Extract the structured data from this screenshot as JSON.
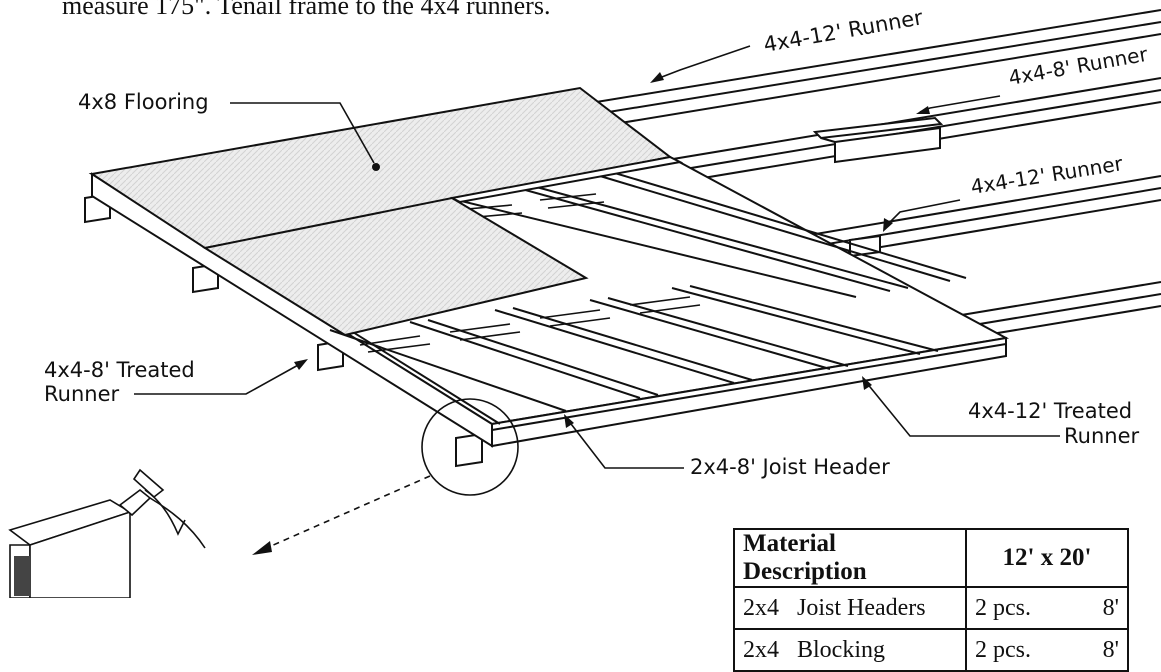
{
  "instruction_text": "measure 175\". Tenail frame to the 4x4 runners.",
  "labels": {
    "runner_top": "4x4-12' Runner",
    "runner_short": "4x4-8' Runner",
    "runner_mid": "4x4-12' Runner",
    "flooring": "4x8 Flooring",
    "treated_runner_left_l1": "4x4-8' Treated",
    "treated_runner_left_l2": "Runner",
    "treated_runner_right_l1": "4x4-12' Treated",
    "treated_runner_right_l2": "Runner",
    "joist_header": "2x4-8' Joist Header"
  },
  "table": {
    "header": [
      "Material Description",
      "12' x 20'"
    ],
    "rows": [
      {
        "desc": "2x4   Joist Headers",
        "qty": "2 pcs.",
        "len": "8'"
      },
      {
        "desc": "2x4   Blocking",
        "qty": "2 pcs.",
        "len": "8'"
      }
    ]
  }
}
